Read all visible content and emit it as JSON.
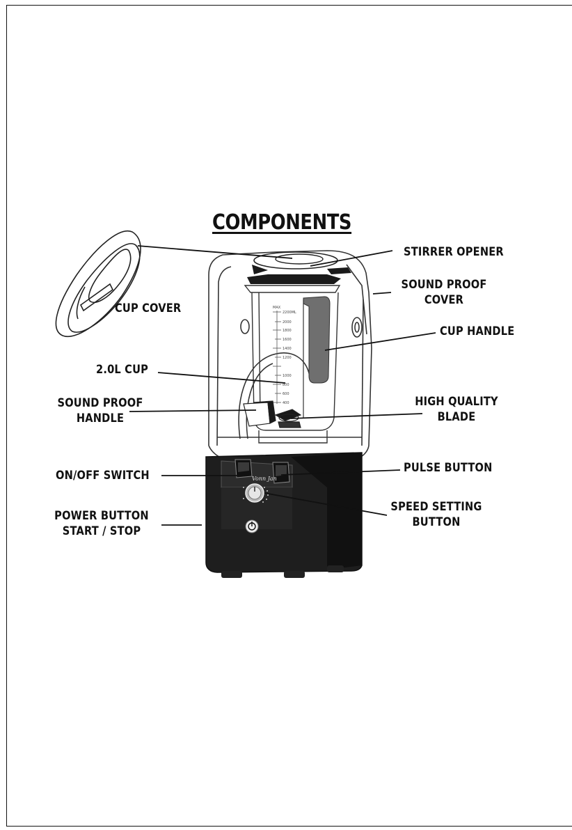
{
  "title": "COMPONENTS",
  "labels": {
    "stirrer_opener": "STIRRER OPENER",
    "sound_proof_cover": [
      "SOUND PROOF",
      "COVER"
    ],
    "cup_cover": "CUP COVER",
    "cup_handle": "CUP HANDLE",
    "cup_2l": "2.0L CUP",
    "sound_proof_handle": [
      "SOUND PROOF",
      "HANDLE"
    ],
    "high_quality_blade": [
      "HIGH QUALITY",
      "BLADE"
    ],
    "on_off_switch": "ON/OFF SWITCH",
    "pulse_button": "PULSE BUTTON",
    "power_button": [
      "POWER BUTTON",
      "START / STOP"
    ],
    "speed_setting_button": [
      "SPEED SETTING",
      "BUTTON"
    ]
  },
  "scale": {
    "max_label": "MAX",
    "marks": [
      "2200ML",
      "2000",
      "1800",
      "1600",
      "1400",
      "1200",
      "1000",
      "800",
      "600",
      "400"
    ]
  },
  "brand_text": "Vonn Jan",
  "colors": {
    "line": "#111111",
    "base": "#1e1e1e",
    "handle_grip": "#6f6f6f"
  }
}
